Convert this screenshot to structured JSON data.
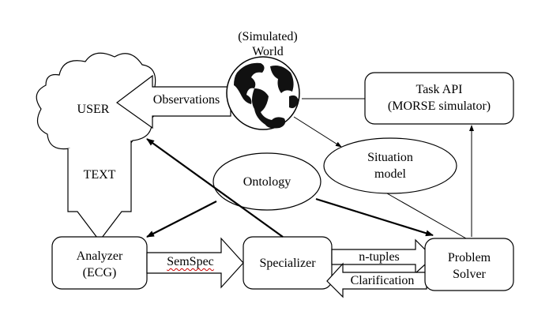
{
  "world": {
    "line1": "(Simulated)",
    "line2": "World"
  },
  "user": {
    "label": "USER"
  },
  "observations": {
    "label": "Observations"
  },
  "text_arrow": {
    "label": "TEXT"
  },
  "task_api": {
    "line1": "Task API",
    "line2": "(MORSE simulator)"
  },
  "situation_model": {
    "line1": "Situation",
    "line2": "model"
  },
  "ontology": {
    "label": "Ontology"
  },
  "analyzer": {
    "line1": "Analyzer",
    "line2": "(ECG)"
  },
  "semspec": {
    "label": "SemSpec"
  },
  "specializer": {
    "label": "Specializer"
  },
  "ntuples": {
    "label": "n-tuples"
  },
  "clarification": {
    "label": "Clarification"
  },
  "problem_solver": {
    "line1": "Problem",
    "line2": "Solver"
  },
  "icons": {
    "world": "globe-icon",
    "user": "cloud-shape"
  },
  "colors": {
    "stroke": "#000000",
    "fill": "#ffffff",
    "globe_land": "#111111"
  }
}
